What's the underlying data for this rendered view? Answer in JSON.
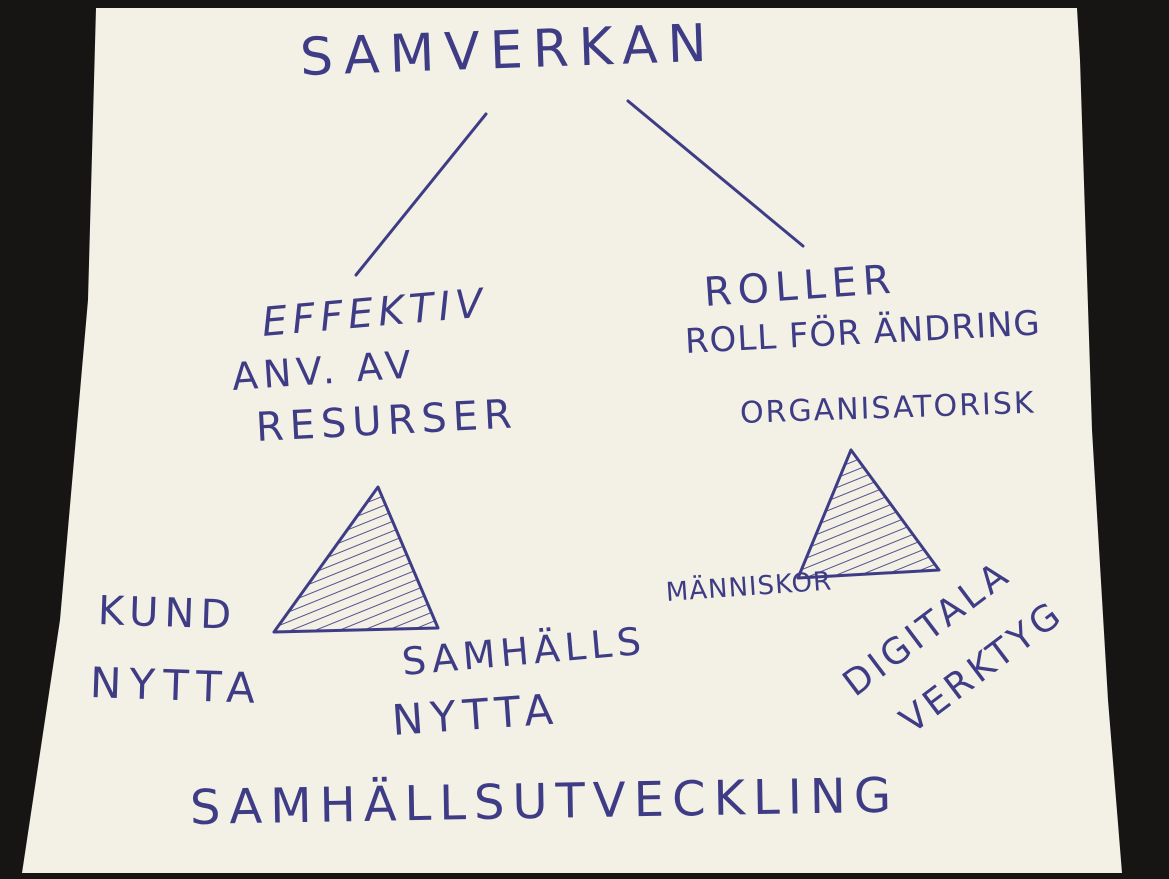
{
  "diagram": {
    "title": "SAMVERKAN",
    "left_branch": {
      "line1": "EFFEKTIV",
      "line2": "ANV. AV",
      "line3": "RESURSER",
      "triangle_left_label_line1": "KUND",
      "triangle_left_label_line2": "NYTTA",
      "triangle_right_label_line1": "SAMHÄLLS",
      "triangle_right_label_line2": "NYTTA"
    },
    "right_branch": {
      "line1": "ROLLER",
      "line2": "ROLL FÖR ÄNDRING",
      "line3": "ORGANISATORISK",
      "triangle_left_label": "MÄNNISKOR",
      "triangle_right_label_line1": "DIGITALA",
      "triangle_right_label_line2": "VERKTYG"
    },
    "bottom": "SAMHÄLLSUTVECKLING",
    "ink_color": "#3f3c86",
    "paper_color": "#f3f0e6",
    "background_color": "#161513"
  }
}
